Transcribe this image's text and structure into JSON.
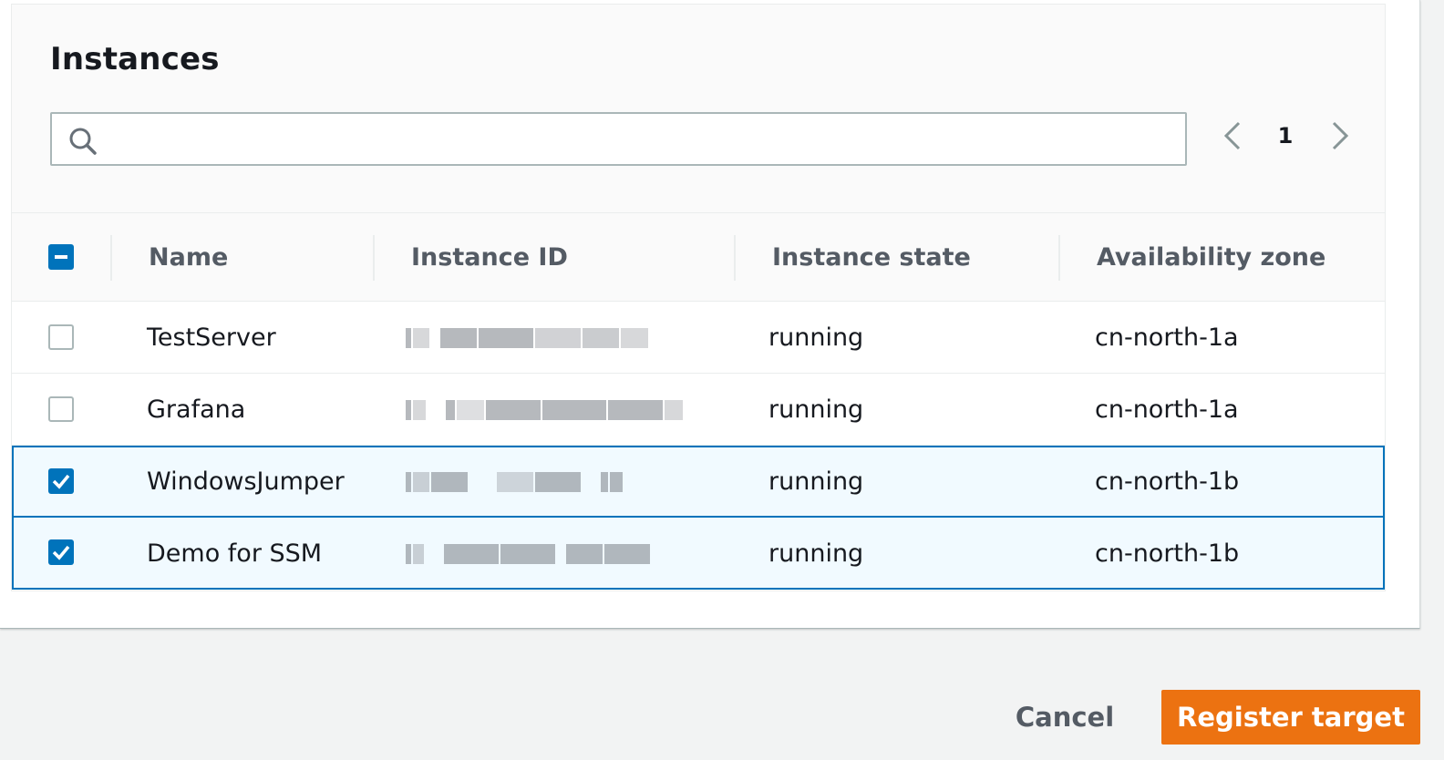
{
  "title": "Instances",
  "search": {
    "placeholder": "",
    "value": ""
  },
  "pagination": {
    "current_page": "1"
  },
  "table": {
    "columns": [
      "Name",
      "Instance ID",
      "Instance state",
      "Availability zone"
    ],
    "header_checkbox_state": "indeterminate",
    "rows": [
      {
        "name": "TestServer",
        "instance_id": "",
        "state": "running",
        "zone": "cn-north-1a",
        "selected": false
      },
      {
        "name": "Grafana",
        "instance_id": "",
        "state": "running",
        "zone": "cn-north-1a",
        "selected": false
      },
      {
        "name": "WindowsJumper",
        "instance_id": "",
        "state": "running",
        "zone": "cn-north-1b",
        "selected": true
      },
      {
        "name": "Demo for SSM",
        "instance_id": "",
        "state": "running",
        "zone": "cn-north-1b",
        "selected": true
      }
    ]
  },
  "actions": {
    "cancel_label": "Cancel",
    "register_label": "Register target"
  },
  "colors": {
    "accent": "#0073bb",
    "primary_button": "#ec7211",
    "selected_row": "#f1faff"
  },
  "icons": {
    "search": "search-icon",
    "prev": "chevron-left-icon",
    "next": "chevron-right-icon",
    "checkbox_checked": "checkmark-icon",
    "checkbox_indeterminate": "minus-icon"
  }
}
